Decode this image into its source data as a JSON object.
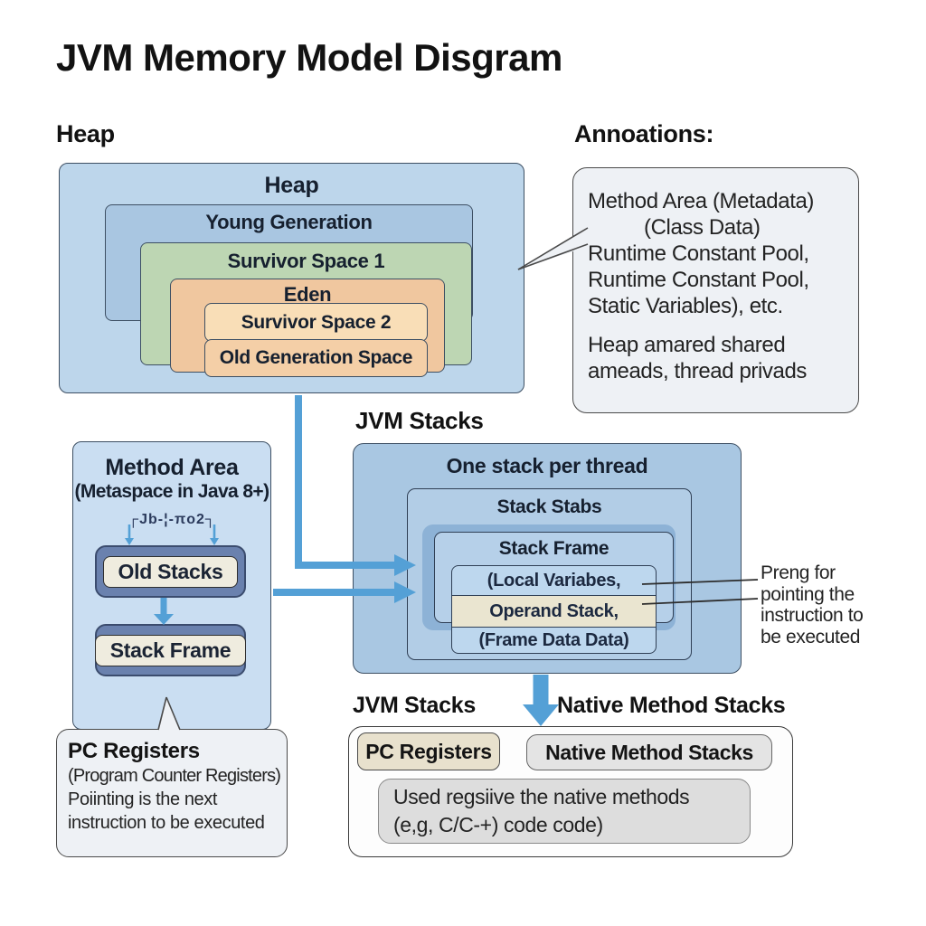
{
  "title": "JVM Memory Model Disgram",
  "heap_section": {
    "label": "Heap",
    "box_title": "Heap",
    "nested": [
      "Young Generation",
      "Survivor Space 1",
      "Eden",
      "Survivor Space 2",
      "Old Generation Space"
    ]
  },
  "annotations": {
    "heading": "Annoations:",
    "bubble_lines": [
      "Method Area (Metadata)",
      "(Class Data)",
      "Runtime Constant Pool,",
      "Runtime Constant Pool,",
      "Static Variables), etc.",
      "Heap amared shared",
      "ameads, thread privads"
    ]
  },
  "method_area": {
    "title": "Method Area",
    "subtitle": "(Metaspace in Java 8+)",
    "glyphs": "┌Jb-¦-πo2┐",
    "box1": "Old Stacks",
    "box2": "Stack Frame"
  },
  "pc_bubble": {
    "title": "PC Registers",
    "lines": [
      "(Program Counter Registers)",
      "Poiinting is the next",
      "instruction to be executed"
    ]
  },
  "jvm_stacks": {
    "label": "JVM Stacks",
    "box_title": "One stack per thread",
    "stack_stabs": "Stack Stabs",
    "stack_frame": "Stack Frame",
    "frame_rows": [
      "(Local Variabes,",
      "Operand Stack,",
      "(Frame Data Data)"
    ]
  },
  "side_note": {
    "lines": [
      "Preng for",
      "pointing the",
      "instruction to",
      "be executed"
    ]
  },
  "native_section": {
    "jvm_label": "JVM Stacks",
    "native_label": "Native Method Stacks",
    "pc_pill": "PC Registers",
    "native_pill": "Native Method Stacks",
    "desc_lines": [
      "Used regsiive the native methods",
      "(e,g, C/C-+) code code)"
    ]
  },
  "colors": {
    "arrow_blue": "#54a0d6",
    "heap_outer": "#bdd6eb",
    "young_generation": "#a9c6e1",
    "survivor1_green": "#bdd6b3",
    "eden_orange": "#f0c79f",
    "survivor2_peach": "#f9deb7",
    "old_gen_peach": "#f4cfa7",
    "method_area_bg": "#cadef2",
    "navy_pill": "#6a81ae",
    "cream": "#efecdf",
    "jvm_stacks_bg": "#a9c7e2",
    "operand_cream": "#eae5d0",
    "bubble_bg": "#eef1f5"
  }
}
